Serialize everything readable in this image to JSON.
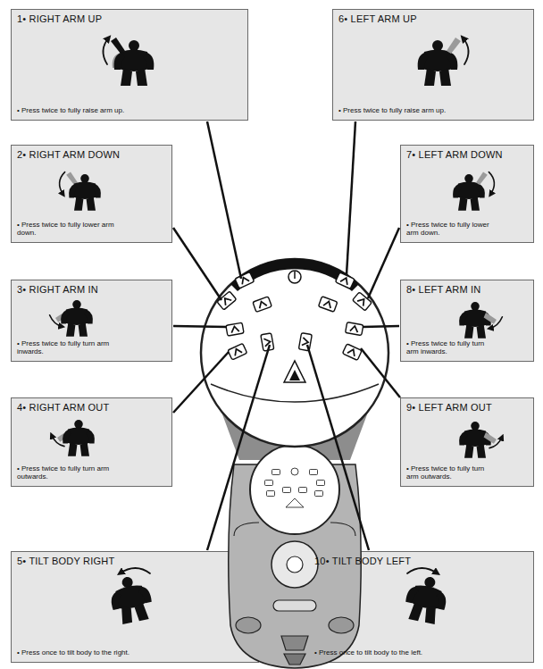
{
  "diagram": {
    "nodes": [
      {
        "text": [
          "1• RIGHT ARM UP",
          "• Press twice to fully raise arm up."
        ]
      },
      {
        "text": [
          "6• LEFT ARM UP",
          "• Press twice to fully raise arm up."
        ]
      },
      {
        "text": [
          "2• RIGHT ARM DOWN",
          "• Press twice to fully lower arm down."
        ]
      },
      {
        "text": [
          "7• LEFT ARM DOWN",
          "• Press twice to fully lower arm down."
        ]
      },
      {
        "text": [
          "3• RIGHT ARM IN",
          "• Press twice to fully turn arm inwards."
        ]
      },
      {
        "text": [
          "8• LEFT ARM IN",
          "• Press twice to fully turn arm inwards."
        ]
      },
      {
        "text": [
          "4• RIGHT ARM OUT",
          "• Press twice to fully turn arm outwards."
        ]
      },
      {
        "text": [
          "9• LEFT ARM OUT",
          "• Press twice to fully turn arm outwards."
        ]
      },
      {
        "text": [
          "5• TILT BODY RIGHT",
          "• Press once to tilt body to the right."
        ]
      },
      {
        "text": [
          "10• TILT BODY LEFT",
          "• Press once to tilt body to the left."
        ]
      }
    ]
  }
}
